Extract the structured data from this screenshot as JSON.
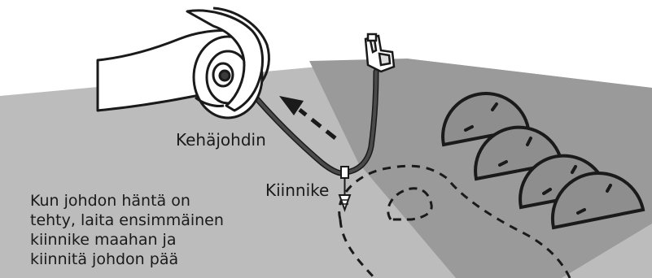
{
  "labels": {
    "boundary_wire": "Kehäjohdin",
    "staple": "Kiinnike"
  },
  "instruction": {
    "lines": [
      "Kun johdon häntä on",
      "tehty, laita ensimmäinen",
      "kiinnike maahan ja",
      "kiinnitä johdon pää"
    ]
  },
  "colors": {
    "lawn": "#bcbcbc",
    "border_strip": "#9a9a9a",
    "wire": "#3b3b3b",
    "stone": "#8e8e8e",
    "text": "#1a1a1a"
  }
}
